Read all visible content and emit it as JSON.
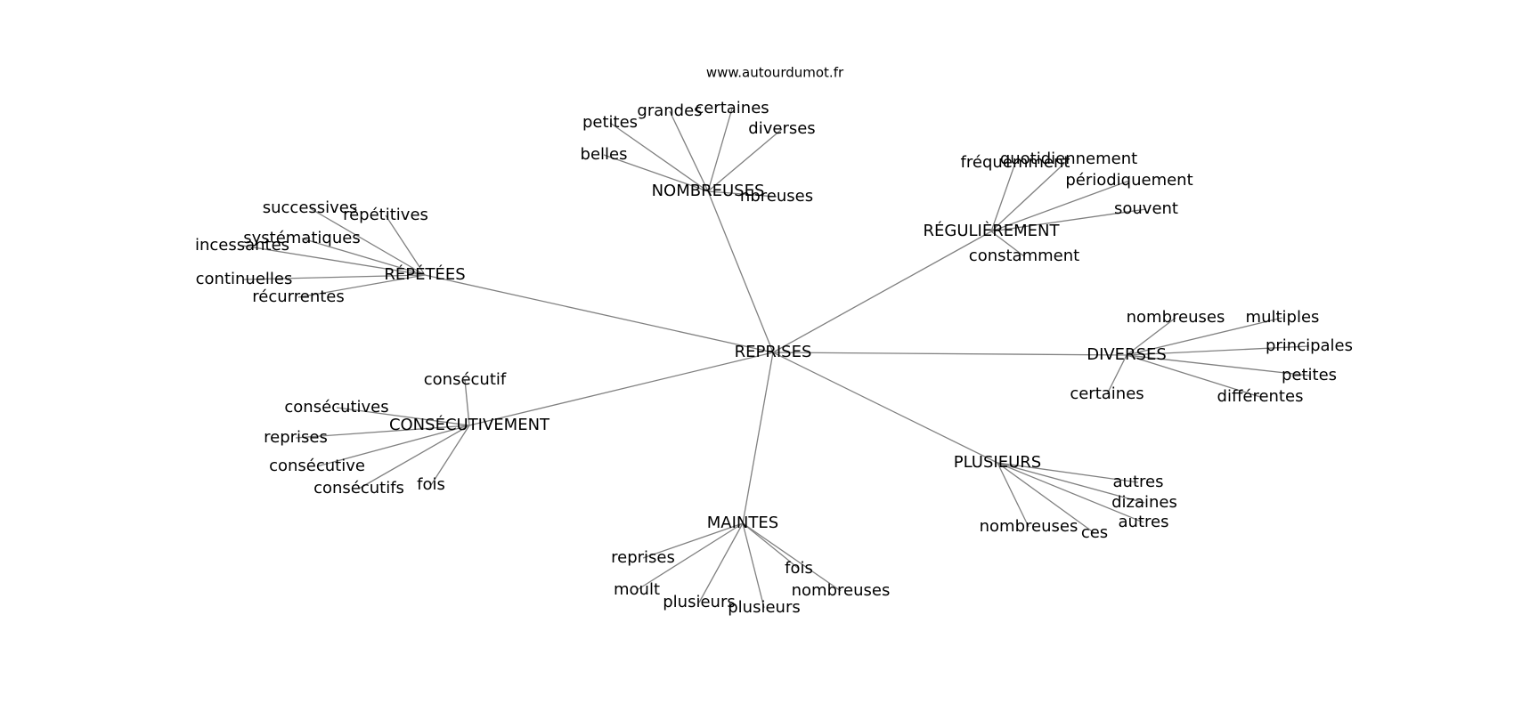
{
  "site": "www.autourdumot.fr",
  "graph": {
    "center": "REPRISES",
    "clusters": [
      {
        "hub": "NOMBREUSES",
        "leaves": [
          "petites",
          "grandes",
          "certaines",
          "diverses",
          "belles",
          "nbreuses"
        ]
      },
      {
        "hub": "RÉPÉTÉES",
        "leaves": [
          "successives",
          "répétitives",
          "systématiques",
          "incessantes",
          "continuelles",
          "récurrentes"
        ]
      },
      {
        "hub": "RÉGULIÈREMENT",
        "leaves": [
          "fréquemment",
          "quotidiennement",
          "périodiquement",
          "souvent",
          "constamment"
        ]
      },
      {
        "hub": "DIVERSES",
        "leaves": [
          "nombreuses",
          "multiples",
          "principales",
          "petites",
          "différentes",
          "certaines"
        ]
      },
      {
        "hub": "CONSÉCUTIVEMENT",
        "leaves": [
          "consécutif",
          "consécutives",
          "reprises",
          "consécutive",
          "consécutifs",
          "fois"
        ]
      },
      {
        "hub": "PLUSIEURS",
        "leaves": [
          "autres",
          "dizaines",
          "autres",
          "nombreuses",
          "ces"
        ]
      },
      {
        "hub": "MAINTES",
        "leaves": [
          "reprises",
          "moult",
          "plusieurs",
          "plusieurs",
          "fois",
          "nombreuses"
        ]
      }
    ]
  }
}
